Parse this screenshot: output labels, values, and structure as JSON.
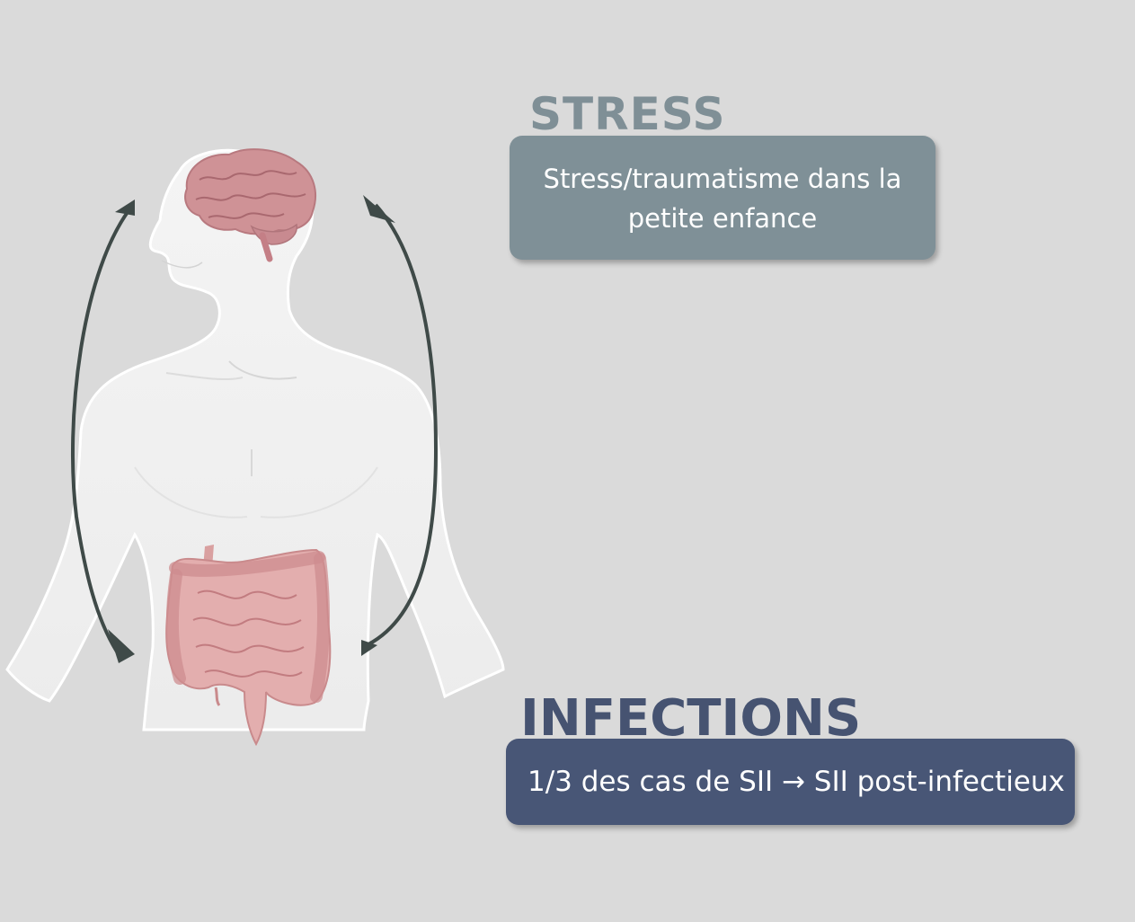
{
  "stress": {
    "title": "STRESS",
    "text": "Stress/traumatisme dans la petite enfance",
    "color": "#7f9097"
  },
  "infections": {
    "title": "INFECTIONS",
    "text": "1/3 des cas de SII → SII post-infectieux",
    "color": "#485676"
  },
  "illustration": {
    "icons": [
      "human-body-icon",
      "brain-icon",
      "intestines-icon",
      "arrow-down-icon",
      "arrow-up-icon"
    ],
    "arrow_color": "#3f4a48"
  }
}
